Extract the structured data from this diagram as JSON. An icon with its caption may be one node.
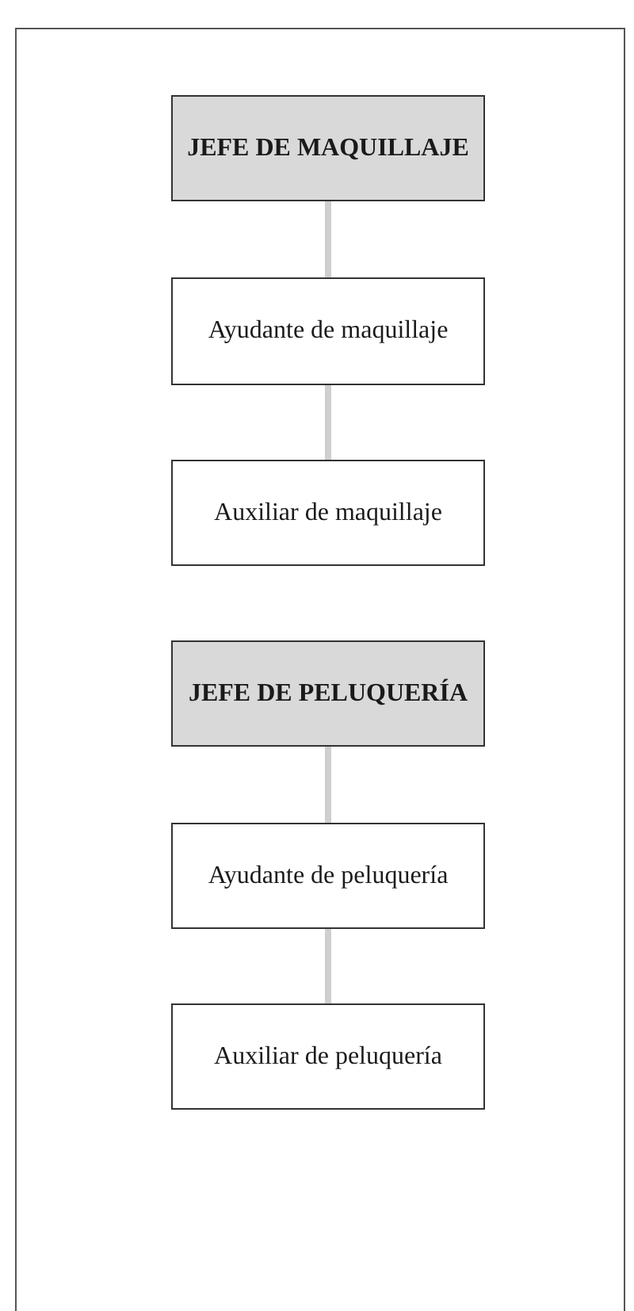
{
  "diagram": {
    "nodes": [
      {
        "text": [
          "JEFE DE MAQUILLAJE"
        ]
      },
      {
        "text": [
          "Ayudante de maquillaje"
        ]
      },
      {
        "text": [
          "Auxiliar de maquillaje"
        ]
      },
      {
        "text": [
          "JEFE DE PELUQUERÍA"
        ]
      },
      {
        "text": [
          "Ayudante de peluquería"
        ]
      },
      {
        "text": [
          "Auxiliar de peluquería"
        ]
      }
    ],
    "edges": [
      {
        "from": 0,
        "to": 1,
        "arrow": "none"
      },
      {
        "from": 1,
        "to": 2,
        "arrow": "none"
      },
      {
        "from": 3,
        "to": 4,
        "arrow": "none"
      },
      {
        "from": 4,
        "to": 5,
        "arrow": "none"
      }
    ]
  }
}
